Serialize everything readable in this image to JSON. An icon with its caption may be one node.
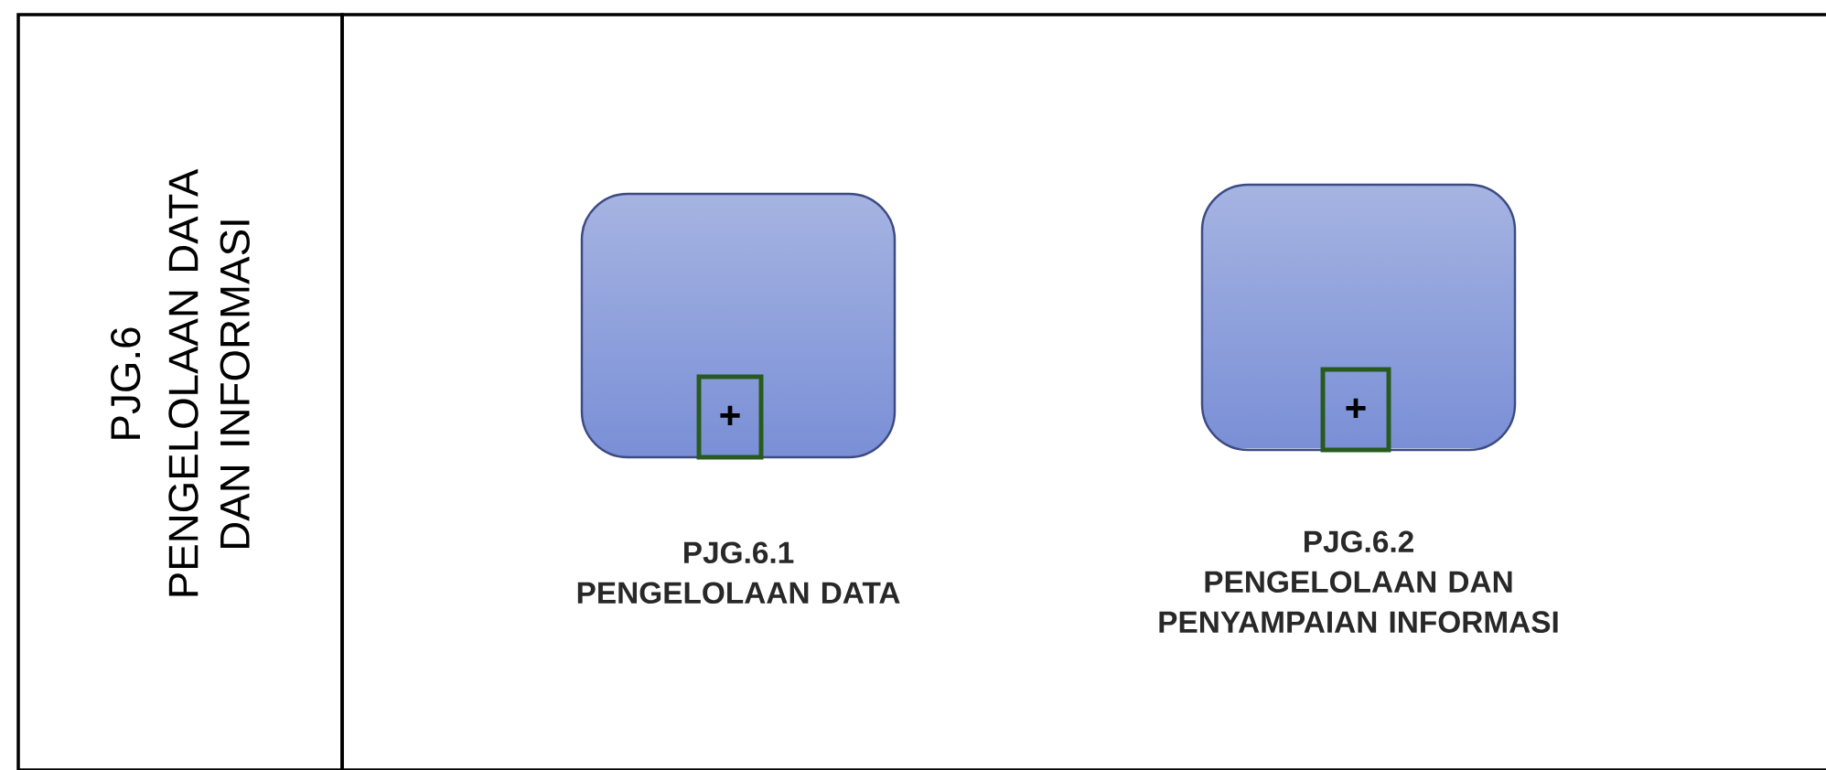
{
  "diagram": {
    "nodes": [
      {
        "text": [
          "PJG.6",
          "PENGELOLAAN DATA DAN INFORMASI"
        ]
      },
      {
        "text": [],
        "shape": "box"
      },
      {
        "text": [],
        "shape": "box",
        "in": 1,
        "beside": [
          "PJG.6.1",
          "PENGELOLAAN DATA"
        ]
      },
      {
        "text": [
          "+"
        ],
        "in": 2
      },
      {
        "text": [],
        "shape": "box",
        "in": 1,
        "beside": [
          "PJG.6.2",
          "PENGELOLAAN DAN PENYAMPAIAN INFORMASI"
        ]
      },
      {
        "text": [
          "+"
        ],
        "in": 4
      }
    ]
  }
}
